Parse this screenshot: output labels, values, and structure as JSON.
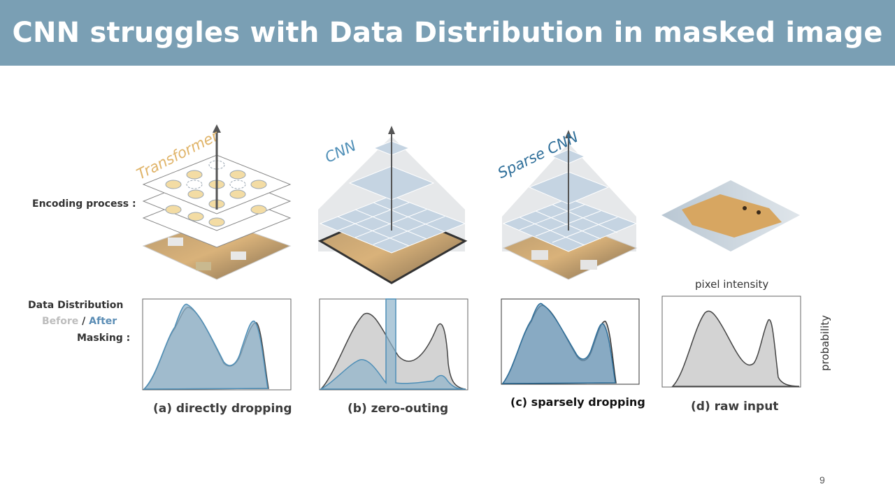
{
  "slide": {
    "title": "CNN struggles with Data Distribution in masked image",
    "page_number": "9"
  },
  "labels": {
    "encoding": "Encoding process :",
    "data_distribution": "Data Distribution",
    "before": "Before",
    "slash": " / ",
    "after": "After",
    "masking": "Masking :",
    "pixel_intensity": "pixel intensity",
    "probability": "probability"
  },
  "models": {
    "transformer": "Transformer",
    "cnn": "CNN",
    "sparse_cnn": "Sparse CNN"
  },
  "captions": {
    "a": "(a) directly dropping",
    "b": "(b) zero-outing",
    "c": "(c) sparsely dropping",
    "d": "(d) raw input"
  },
  "colors": {
    "title_bar": "#7a9fb4",
    "before_fill": "#d3d3d3",
    "after_fill": "#8fb3cb",
    "after_line": "#4f8fb7",
    "transformer_label": "#e0b469",
    "cnn_label": "#4f8fb7"
  }
}
